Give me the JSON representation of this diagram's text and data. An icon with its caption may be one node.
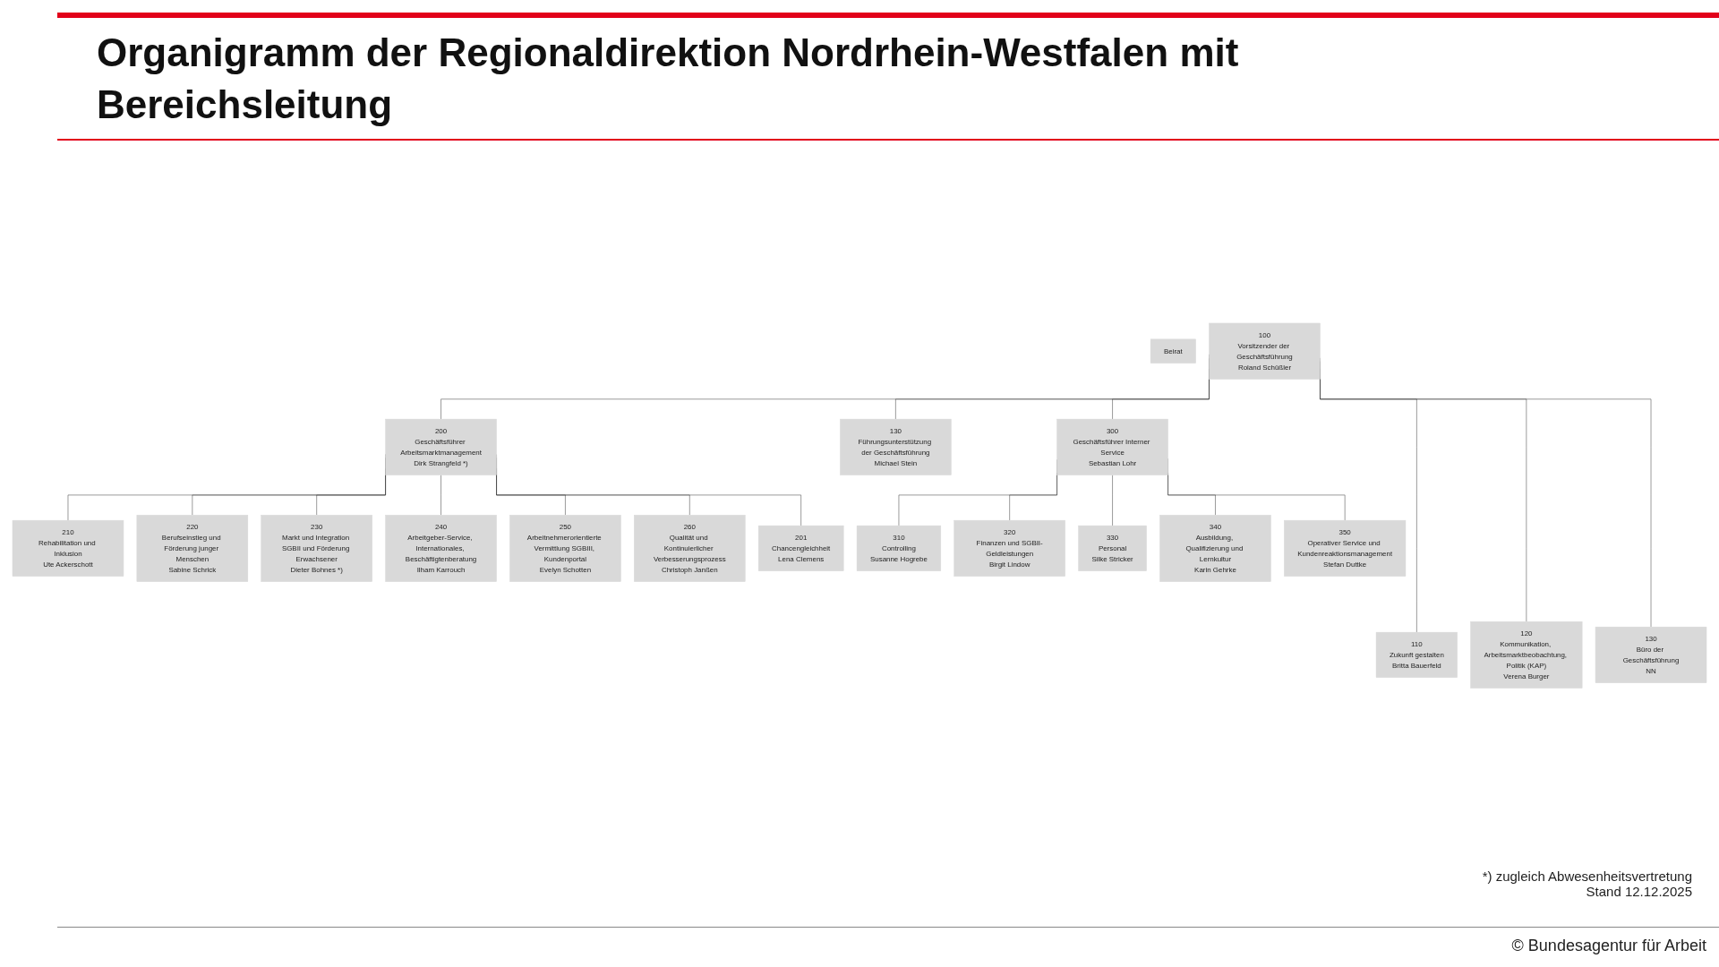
{
  "diagram": {
    "title": "Organigramm der Regionaldirektion Nordrhein-Westfalen mit Bereichsleitung",
    "nodes": [
      {
        "text": [
          "100",
          "Vorsitzender der Geschäftsführung",
          "Roland Schüßler"
        ]
      },
      {
        "text": [
          "Beirat"
        ]
      },
      {
        "text": [
          "200",
          "Geschäftsführer Arbeitsmarktmanagement",
          "Dirk Strangfeld *)"
        ]
      },
      {
        "text": [
          "130",
          "Führungsunterstützung der Geschäftsführung",
          "Michael Stein"
        ]
      },
      {
        "text": [
          "300",
          "Geschäftsführer Interner Service",
          "Sebastian Lohr"
        ]
      },
      {
        "text": [
          "110",
          "Zukunft gestalten",
          "Britta Bauerfeld"
        ]
      },
      {
        "text": [
          "210",
          "Rehabilitation und Inklusion",
          "Ute Ackerschott"
        ]
      },
      {
        "text": [
          "240",
          "Arbeitgeber-Service, Internationales, Beschäftigtenberatung",
          "Ilham Karrouch"
        ]
      },
      {
        "text": [
          "201",
          "Chancengleichheit",
          "Lena Clemens"
        ]
      },
      {
        "text": [
          "310",
          "Controlling",
          "Susanne Hogrebe"
        ]
      },
      {
        "text": [
          "340",
          "Ausbildung, Qualifizierung und Lernkultur",
          "Karin Gehrke"
        ]
      },
      {
        "text": [
          "120",
          "Kommunikation, Arbeitsmarktbeobachtung, Politik (KAP)",
          "Verena Burger"
        ]
      },
      {
        "text": [
          "220",
          "Berufseinstieg und Förderung junger Menschen",
          "Sabine Schrick"
        ]
      },
      {
        "text": [
          "250",
          "Arbeitnehmerorientierte Vermittlung SGBIII, Kundenportal",
          "Evelyn Schotten"
        ]
      },
      {
        "text": [
          "320",
          "Finanzen und SGBII-Geldleistungen",
          "Birgit Lindow"
        ]
      },
      {
        "text": [
          "350",
          "Operativer Service und Kundenreaktionsmanagement",
          "Stefan Duttke"
        ]
      },
      {
        "text": [
          "130",
          "Büro der Geschäftsführung",
          "NN"
        ]
      },
      {
        "text": [
          "230",
          "Markt und Integration SGBII und Förderung Erwachsener",
          "Dieter Bohnes *)"
        ]
      },
      {
        "text": [
          "260",
          "Qualität und Kontinuierlicher Verbesserungsprozess",
          "Christoph Janßen"
        ]
      },
      {
        "text": [
          "330",
          "Personal",
          "Silke Stricker"
        ]
      }
    ],
    "edges": [
      {
        "from": 0,
        "to": 5,
        "arrow": "none"
      },
      {
        "from": 0,
        "to": 11,
        "arrow": "none"
      },
      {
        "from": 0,
        "to": 16,
        "arrow": "none"
      },
      {
        "from": 0,
        "to": 2,
        "arrow": "none"
      },
      {
        "from": 0,
        "to": 3,
        "arrow": "none"
      },
      {
        "from": 0,
        "to": 4,
        "arrow": "none"
      },
      {
        "from": 2,
        "to": 6,
        "arrow": "none"
      },
      {
        "from": 2,
        "to": 12,
        "arrow": "none"
      },
      {
        "from": 2,
        "to": 17,
        "arrow": "none"
      },
      {
        "from": 2,
        "to": 7,
        "arrow": "none"
      },
      {
        "from": 2,
        "to": 13,
        "arrow": "none"
      },
      {
        "from": 2,
        "to": 18,
        "arrow": "none"
      },
      {
        "from": 2,
        "to": 8,
        "arrow": "none"
      },
      {
        "from": 4,
        "to": 9,
        "arrow": "none"
      },
      {
        "from": 4,
        "to": 14,
        "arrow": "none"
      },
      {
        "from": 4,
        "to": 19,
        "arrow": "none"
      },
      {
        "from": 4,
        "to": 10,
        "arrow": "none"
      },
      {
        "from": 4,
        "to": 15,
        "arrow": "none"
      }
    ],
    "labels": [
      "*) zugleich Abwesenheitsvertretung",
      "Stand 12.12.2025",
      "© Bundesagentur für Arbeit"
    ]
  }
}
